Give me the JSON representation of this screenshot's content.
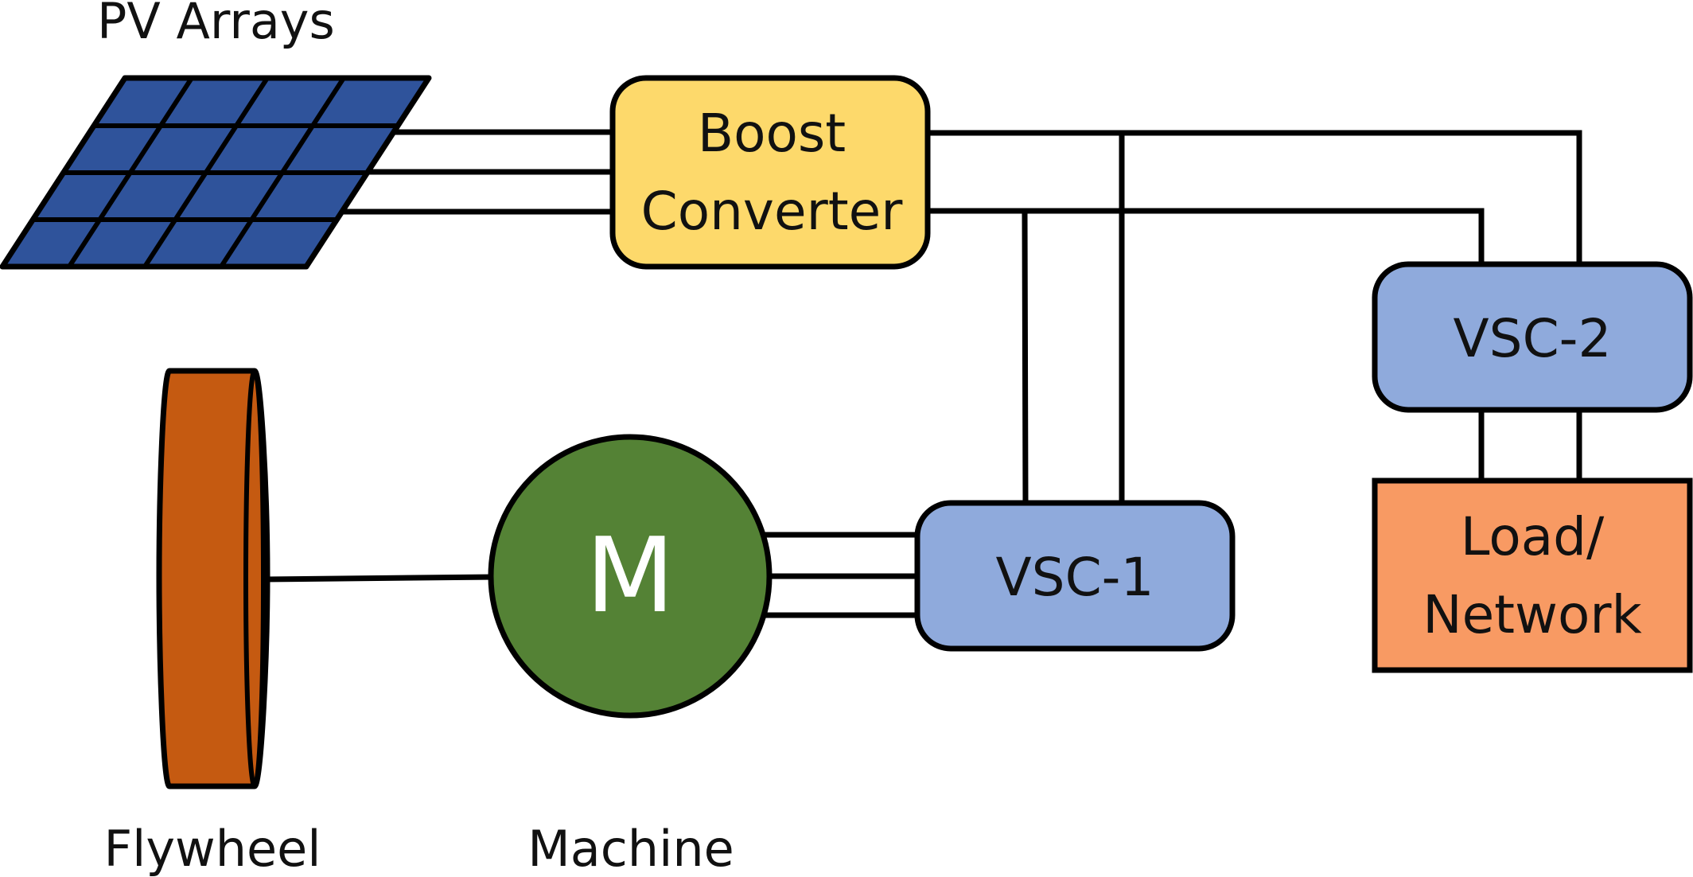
{
  "labels": {
    "pv_arrays": "PV Arrays",
    "boost_line1": "Boost",
    "boost_line2": "Converter",
    "vsc1": "VSC-1",
    "vsc2": "VSC-2",
    "load_line1": "Load/",
    "load_line2": "Network",
    "machine_symbol": "M",
    "flywheel": "Flywheel",
    "machine": "Machine"
  },
  "colors": {
    "pv_cell": "#2F539B",
    "boost_converter": "#FDD96B",
    "vsc": "#8FAADC",
    "load_network": "#F89A63",
    "machine": "#548235",
    "flywheel": "#C55A11",
    "outline": "#000000"
  }
}
